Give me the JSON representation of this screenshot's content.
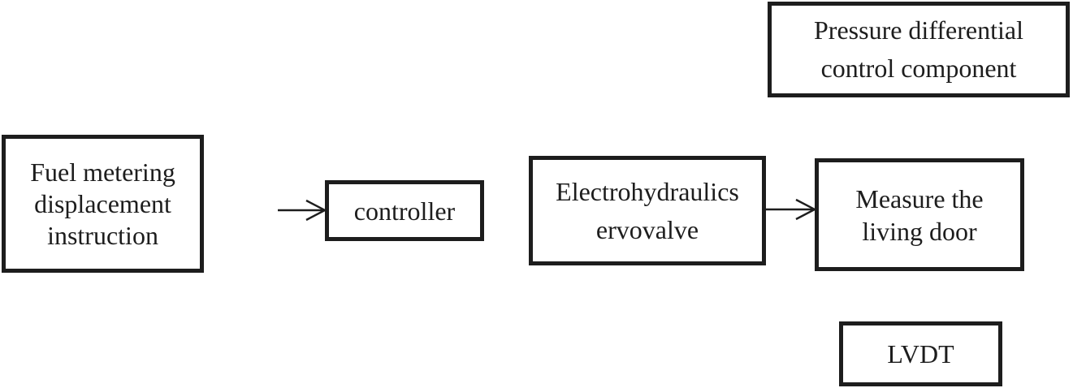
{
  "figure": {
    "type": "block-diagram",
    "background_color": "#ffffff",
    "ink_color": "#1d1d1d"
  },
  "boxes": {
    "fuel": {
      "lines": [
        "Fuel metering",
        "displacement",
        "instruction"
      ]
    },
    "controller": {
      "lines": [
        "controller"
      ]
    },
    "servovalve": {
      "lines": [
        "Electrohydraulics",
        "ervovalve"
      ]
    },
    "measure": {
      "lines": [
        "Measure the",
        "living door"
      ]
    },
    "pressure": {
      "lines": [
        "Pressure differential",
        "control component"
      ]
    },
    "lvdt": {
      "lines": [
        "LVDT"
      ]
    }
  },
  "arrows": [
    {
      "name": "input-to-controller",
      "direction": "right"
    },
    {
      "name": "servovalve-to-measure",
      "direction": "right"
    }
  ]
}
